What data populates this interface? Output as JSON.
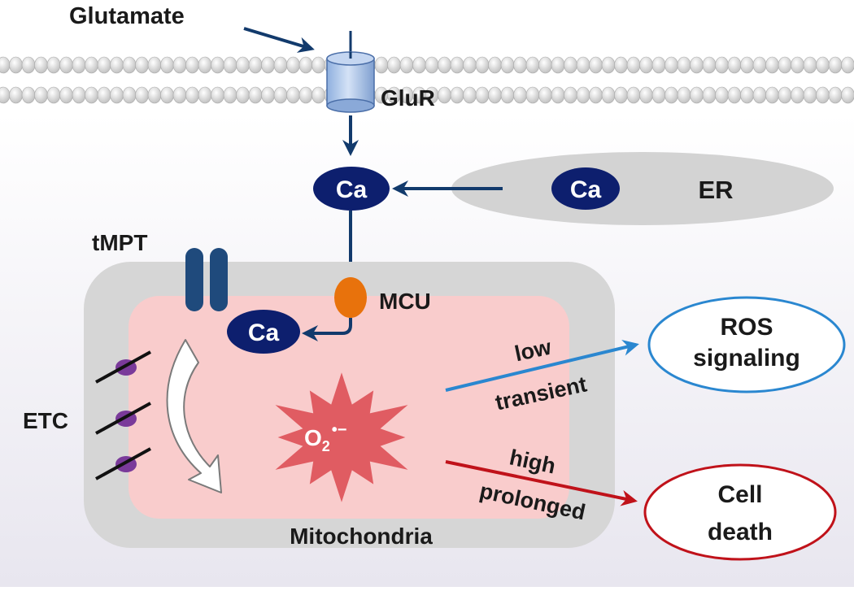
{
  "labels": {
    "glutamate": "Glutamate",
    "glur": "GluR",
    "ca_cytosol": "Ca",
    "ca_er": "Ca",
    "er": "ER",
    "tmpt": "tMPT",
    "mcu": "MCU",
    "ca_mito": "Ca",
    "etc": "ETC",
    "superoxide_base": "O",
    "superoxide_sub": "2",
    "superoxide_sup": "•−",
    "mitochondria": "Mitochondria",
    "low": "low",
    "transient": "transient",
    "high": "high",
    "prolonged": "prolonged",
    "ros_line1": "ROS",
    "ros_line2": "signaling",
    "death_line1": "Cell",
    "death_line2": "death"
  },
  "colors": {
    "dark_navy": "#0d1f6e",
    "arrow_navy": "#123a6c",
    "ros_arrow": "#2a87d0",
    "death_arrow": "#c0121a",
    "er_fill": "#d3d3d3",
    "mito_outer": "#d6d6d6",
    "mito_inner": "#f9cccc",
    "superoxide": "#e05c62",
    "mcu": "#e8720c",
    "etc_dot": "#7a3a9a",
    "tmpt": "#1f4a7c",
    "ros_outline": "#2a87d0",
    "death_outline": "#c0121a"
  }
}
